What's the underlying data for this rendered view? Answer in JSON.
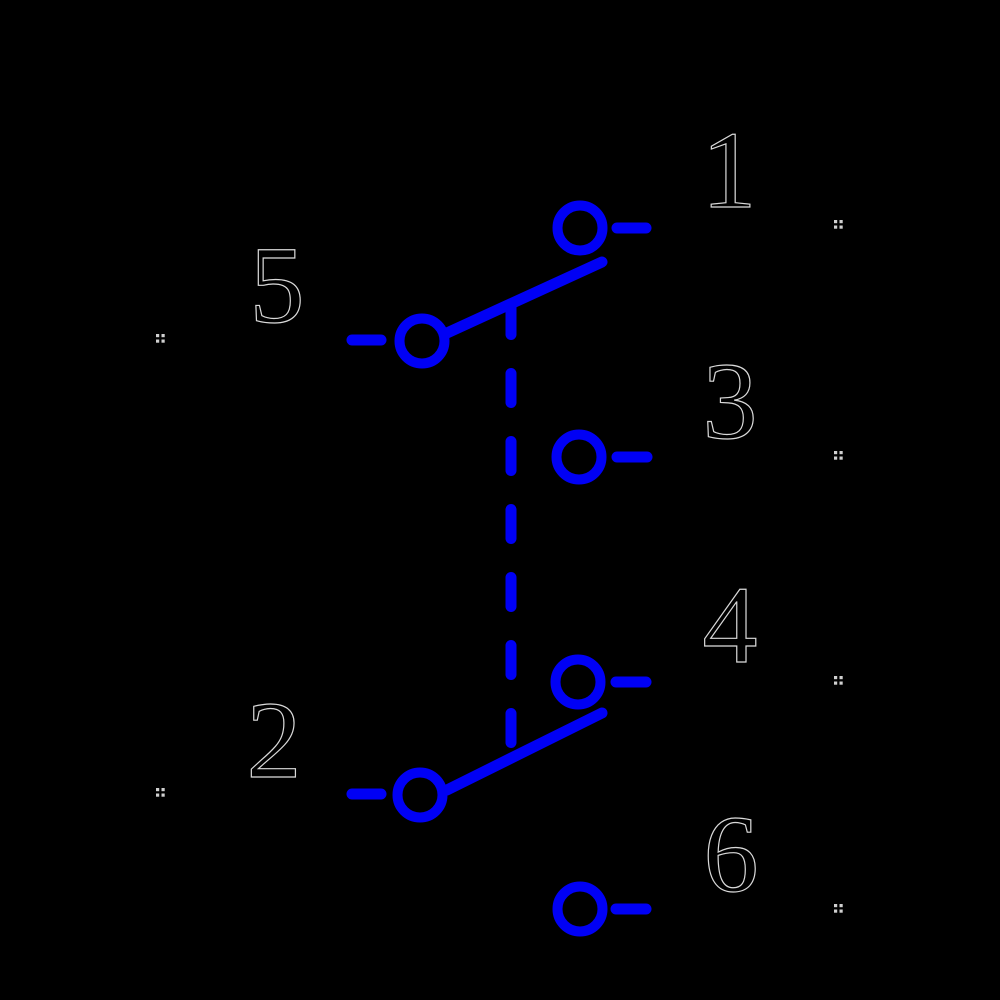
{
  "colors": {
    "background": "#000000",
    "wire": "#0000f5",
    "digit_fill": "#000000",
    "digit_outline": "#d9d9d9",
    "marker": "#d0d0d0"
  },
  "terminals": [
    {
      "label": "1"
    },
    {
      "label": "2"
    },
    {
      "label": "3"
    },
    {
      "label": "4"
    },
    {
      "label": "5"
    },
    {
      "label": "6"
    }
  ]
}
